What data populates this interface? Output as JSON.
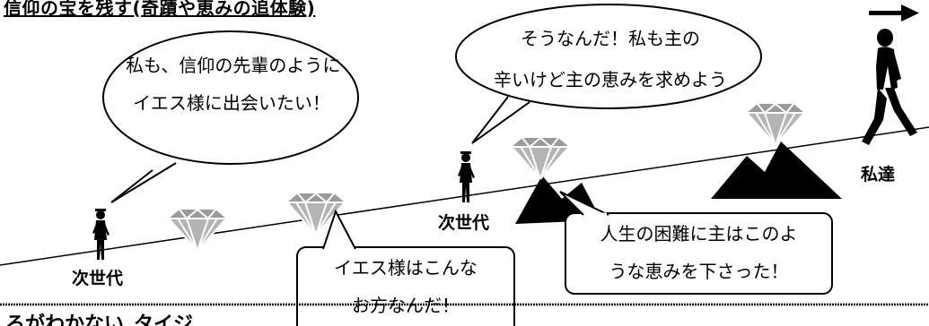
{
  "title": "信仰の宝を残す(奇蹟や恵みの追体験)",
  "speech": {
    "left": [
      "私も、信仰の先輩のように",
      "イエス様に出会いたい！"
    ],
    "top": [
      "そうなんだ！私も主の",
      "辛いけど主の恵みを求めよう"
    ],
    "bottom_mid": [
      "イエス様はこんな",
      "お方なんだ！"
    ],
    "bottom_right": [
      "人生の困難に主はこのよ",
      "うな恵みを下さった！"
    ]
  },
  "labels": {
    "next_gen_1": "次世代",
    "next_gen_2": "次世代",
    "we": "私達"
  },
  "footer": "ろがわかない_タイジ",
  "icons": {
    "arrow": "right-arrow-icon",
    "walker": "walking-person-icon",
    "climber": "climber-person-icon",
    "gem": "diamond-icon",
    "mountain": "mountain-icon"
  },
  "colors": {
    "ink": "#000000",
    "gem_outer": "#9a9a9a",
    "gem_facet": "#c8c8c8",
    "gem_line": "#ffffff"
  }
}
